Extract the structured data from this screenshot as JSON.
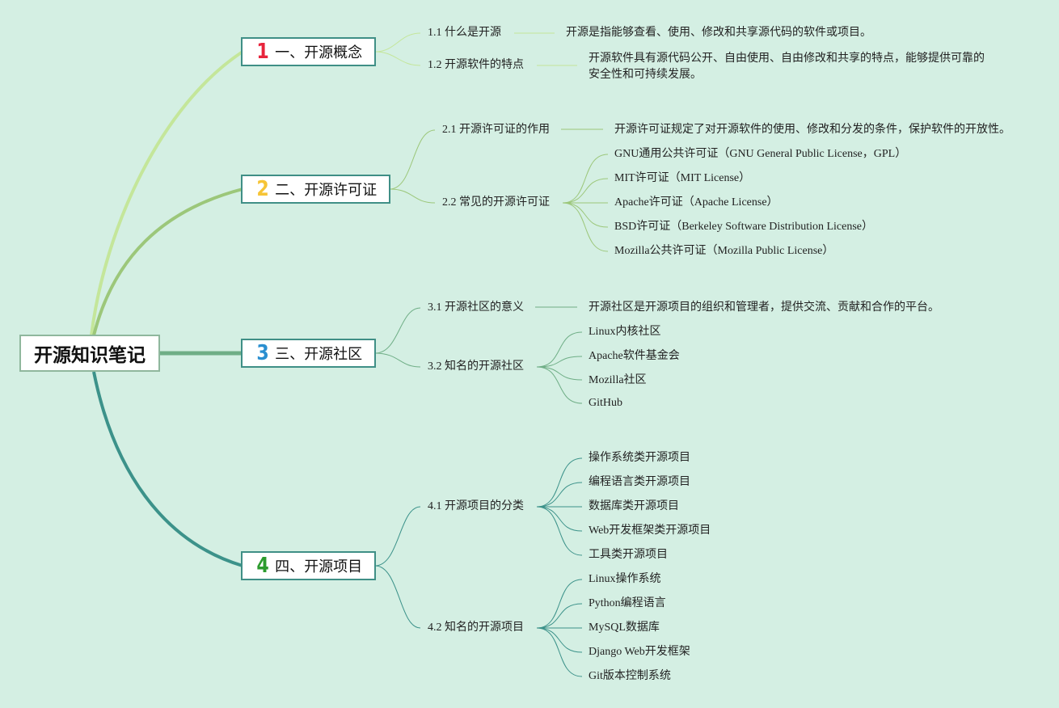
{
  "root": {
    "label": "开源知识笔记"
  },
  "colors": {
    "background": "#d4efe3",
    "branch1": "#c4e69a",
    "branch2": "#9cc77a",
    "branch3": "#6fae86",
    "branch4": "#3c928a",
    "num1": "#e8243c",
    "num2": "#f6c436",
    "num3": "#2a8fd0",
    "num4": "#2c9b2e"
  },
  "branches": [
    {
      "number": "1",
      "label": "一、开源概念",
      "topics": [
        {
          "label": "1.1 什么是开源",
          "items": [
            "开源是指能够查看、使用、修改和共享源代码的软件或项目。"
          ]
        },
        {
          "label": "1.2 开源软件的特点",
          "items": [
            "开源软件具有源代码公开、自由使用、自由修改和共享的特点，能够提供可靠的安全性和可持续发展。"
          ]
        }
      ]
    },
    {
      "number": "2",
      "label": "二、开源许可证",
      "topics": [
        {
          "label": "2.1 开源许可证的作用",
          "items": [
            "开源许可证规定了对开源软件的使用、修改和分发的条件，保护软件的开放性。"
          ]
        },
        {
          "label": "2.2 常见的开源许可证",
          "items": [
            "GNU通用公共许可证（GNU General Public License，GPL）",
            "MIT许可证（MIT License）",
            "Apache许可证（Apache License）",
            "BSD许可证（Berkeley Software Distribution License）",
            "Mozilla公共许可证（Mozilla Public License）"
          ]
        }
      ]
    },
    {
      "number": "3",
      "label": "三、开源社区",
      "topics": [
        {
          "label": "3.1 开源社区的意义",
          "items": [
            "开源社区是开源项目的组织和管理者，提供交流、贡献和合作的平台。"
          ]
        },
        {
          "label": "3.2 知名的开源社区",
          "items": [
            "Linux内核社区",
            "Apache软件基金会",
            "Mozilla社区",
            "GitHub"
          ]
        }
      ]
    },
    {
      "number": "4",
      "label": "四、开源项目",
      "topics": [
        {
          "label": "4.1 开源项目的分类",
          "items": [
            "操作系统类开源项目",
            "编程语言类开源项目",
            "数据库类开源项目",
            "Web开发框架类开源项目",
            "工具类开源项目"
          ]
        },
        {
          "label": "4.2 知名的开源项目",
          "items": [
            "Linux操作系统",
            "Python编程语言",
            "MySQL数据库",
            "Django Web开发框架",
            "Git版本控制系统"
          ]
        }
      ]
    }
  ]
}
